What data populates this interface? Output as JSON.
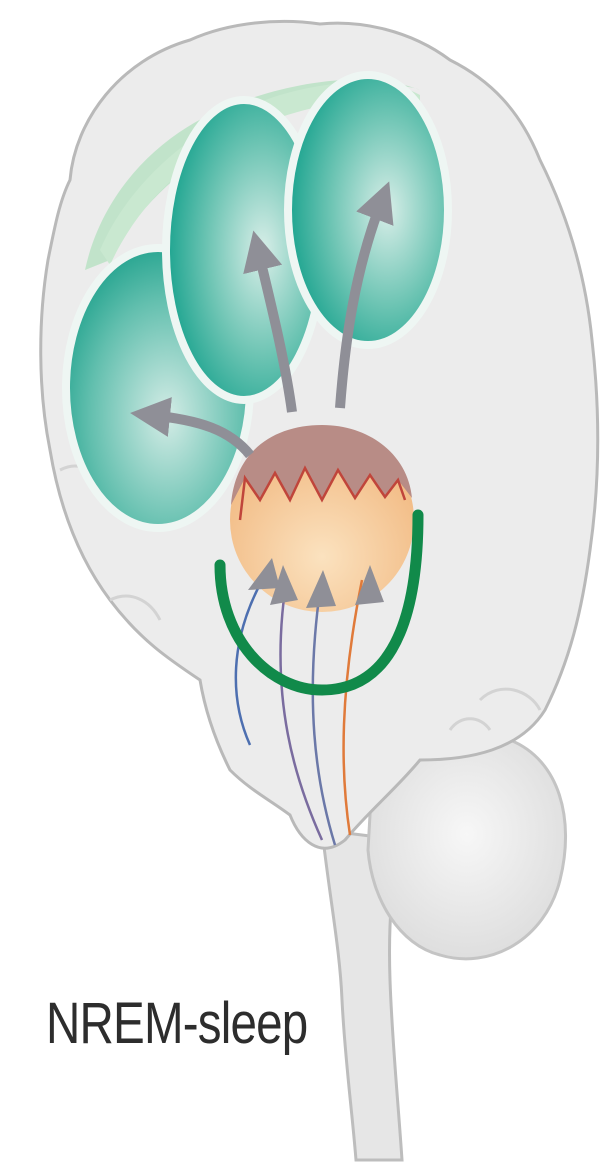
{
  "caption": "NREM-sleep",
  "colors": {
    "brain_fill": "#ebebeb",
    "brain_outline": "#b9b9b9",
    "cortex_teal": "#17a48f",
    "cortex_highlight": "#d8eee8",
    "cortex_band": "#bfe3c8",
    "thalamus_top": "#b88c86",
    "thalamus_bottom": "#f5c48d",
    "reticular_green": "#118a4a",
    "arrow_gray": "#8f8f97",
    "pathway_blue": "#4d6fb0",
    "pathway_purple": "#7a6c9f",
    "pathway_orange": "#e07a3a"
  },
  "icons": [
    "brain-outline",
    "cortex-region",
    "thalamus",
    "reticular-nucleus",
    "projection-arrow",
    "ascending-pathway"
  ]
}
